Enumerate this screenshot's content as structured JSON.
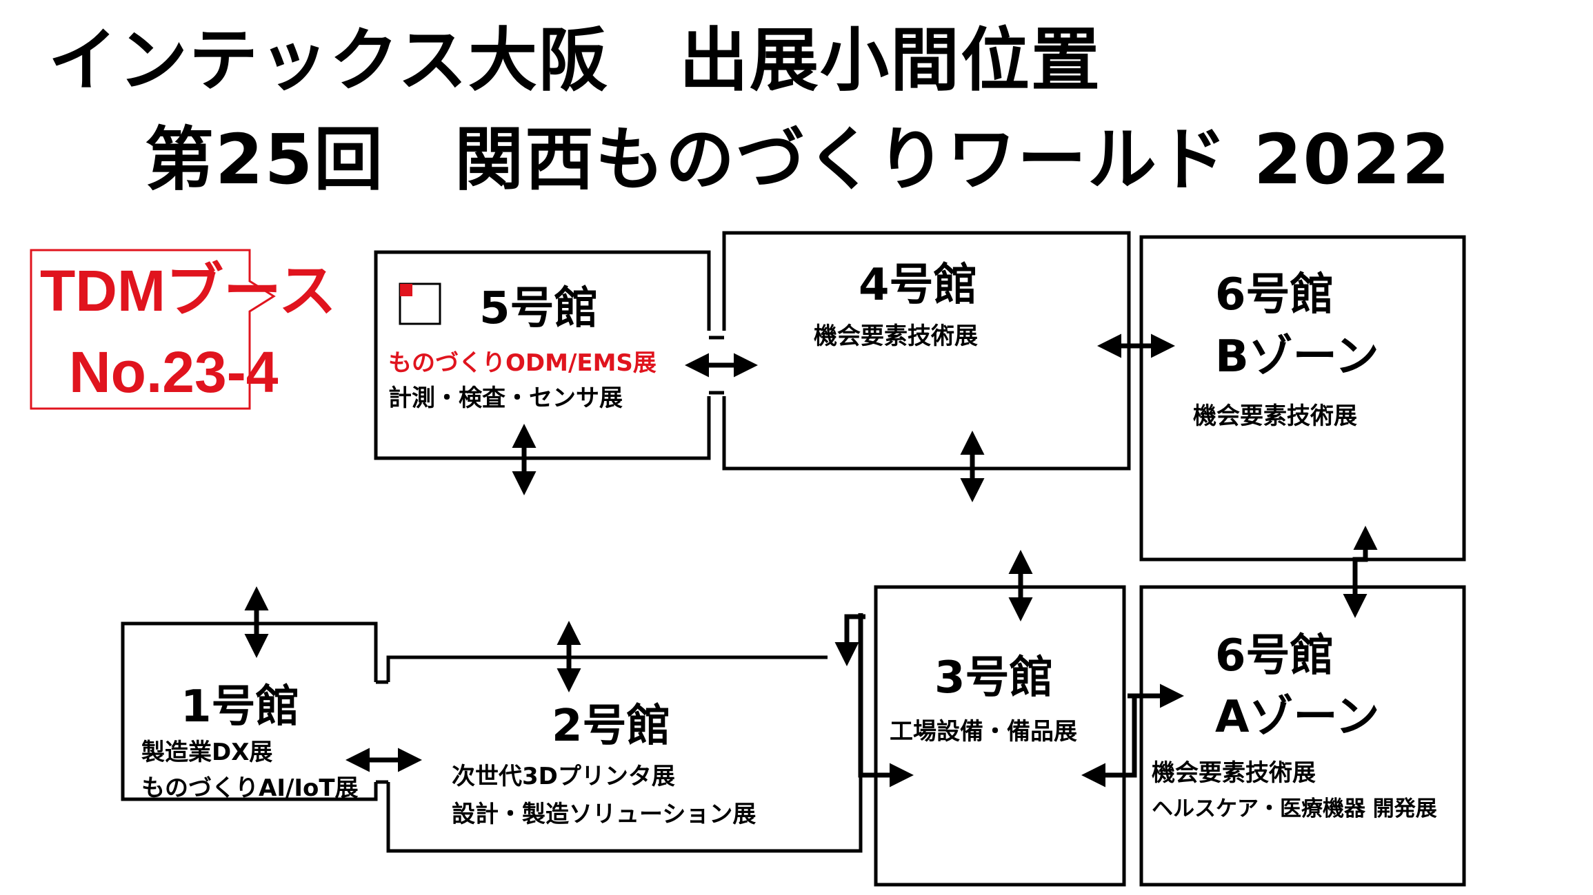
{
  "title": {
    "line1": "インテックス大阪　出展小間位置",
    "line2": "第25回　関西ものづくりワールド 2022"
  },
  "callout": {
    "line1": "TDMブース",
    "line2": "No.23-4",
    "color": "#e0141e"
  },
  "halls": {
    "hall5": {
      "name": "5号館",
      "exhibits": [
        "ものづくりODM/EMS展",
        "計測・検査・センサ展"
      ]
    },
    "hall4": {
      "name": "4号館",
      "exhibits": [
        "機会要素技術展"
      ]
    },
    "hall6b": {
      "name": "6号館",
      "zone": "Bゾーン",
      "exhibits": [
        "機会要素技術展"
      ]
    },
    "hall1": {
      "name": "1号館",
      "exhibits": [
        "製造業DX展",
        "ものづくりAI/IoT展"
      ]
    },
    "hall2": {
      "name": "2号館",
      "exhibits": [
        "次世代3Dプリンタ展",
        "設計・製造ソリューション展"
      ]
    },
    "hall3": {
      "name": "3号館",
      "exhibits": [
        "工場設備・備品展"
      ]
    },
    "hall6a": {
      "name": "6号館",
      "zone": "Aゾーン",
      "exhibits": [
        "機会要素技術展",
        "ヘルスケア・医療機器 開発展"
      ]
    }
  },
  "icons": {
    "booth_marker": "red-square-booth-marker-icon",
    "connector": "double-headed-arrow-icon"
  }
}
